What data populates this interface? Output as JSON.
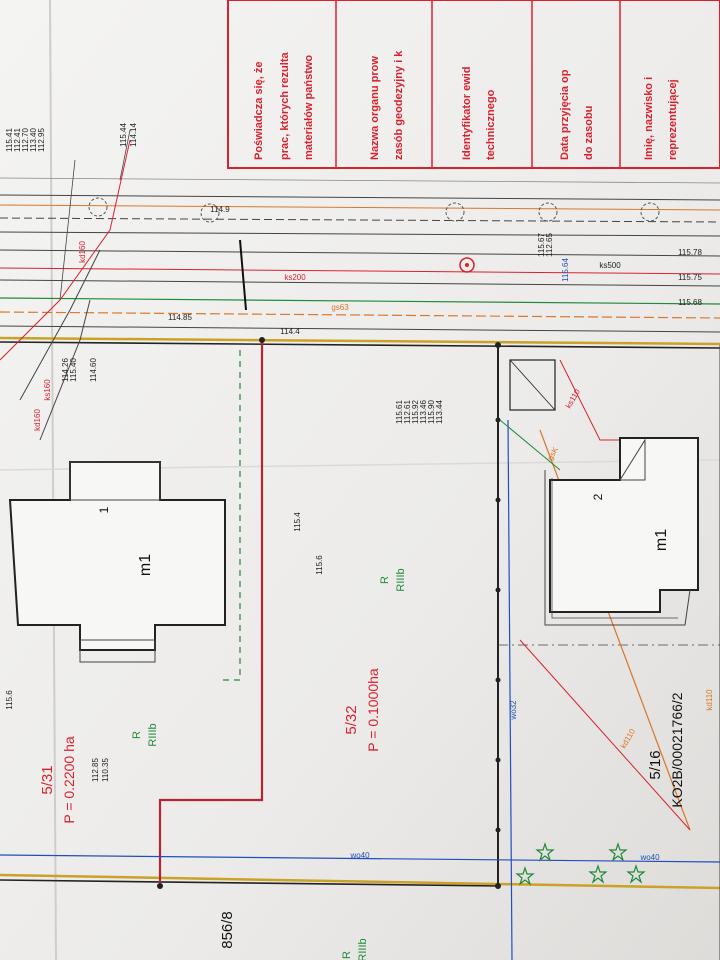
{
  "stamp": {
    "lines": [
      "Poświadcza się, że",
      "prac, których rezulta",
      "materiałów państwo",
      "Nazwa organu prow",
      "zasób geodezyjny i k",
      "Identyfikator ewid",
      "technicznego",
      "Data przyjęcia op",
      "do zasobu",
      "Imię, nazwisko i",
      "reprezentującej"
    ]
  },
  "parcels": {
    "p531": {
      "id": "5/31",
      "area": "P = 0.2200 ha",
      "use": "R",
      "class": "RIIIb"
    },
    "p532": {
      "id": "5/32",
      "area": "P = 0.1000ha",
      "use": "R",
      "class": "RIIIb"
    },
    "p516": {
      "id": "5/16",
      "kw": "KO2B/00021766/2"
    },
    "p856": {
      "id": "856/8",
      "use": "R",
      "class": "RIIIb"
    }
  },
  "buildings": {
    "b1": "m1",
    "b1_storeys": "1",
    "b2": "m1",
    "b2_storeys": "2"
  },
  "utilities": {
    "wo40a": "wo40",
    "wo40b": "wo40",
    "wo32": "wo32",
    "kd110a": "kd110",
    "kd110b": "kd110",
    "kd160a": "kd160",
    "kd160b": "kd160",
    "ks200": "ks200",
    "ks110": "ks110",
    "ks500": "ks500",
    "gs63": "gs63",
    "ks160": "ks160",
    "gsK": "gsK"
  },
  "heights": {
    "h1": "115.6",
    "h2": "115.4",
    "h3": "115.6",
    "h_top": [
      "115.44",
      "114.14"
    ],
    "h_left": [
      "115.41",
      "112.41",
      "112.70",
      "113.40",
      "112.95"
    ],
    "h_group": [
      "115.61",
      "112.61",
      "115.92",
      "113.46",
      "115.90",
      "113.44"
    ],
    "h_small": [
      "114.26",
      "115.40",
      "114.60"
    ],
    "h_bottom": [
      "112.85",
      "110.35"
    ],
    "h_right": [
      "115.67",
      "112.65",
      "115.64"
    ],
    "h_misc": [
      "114.9",
      "114.85",
      "114.4",
      "115.78",
      "115.75",
      "115.68"
    ],
    "h_ks": "ks200"
  },
  "colors": {
    "paper": "#f7f7f5",
    "red": "#d8232f",
    "green": "#1f8a3a",
    "blue": "#1f4fbf",
    "yellow": "#c9a227",
    "orange": "#d9772b"
  }
}
